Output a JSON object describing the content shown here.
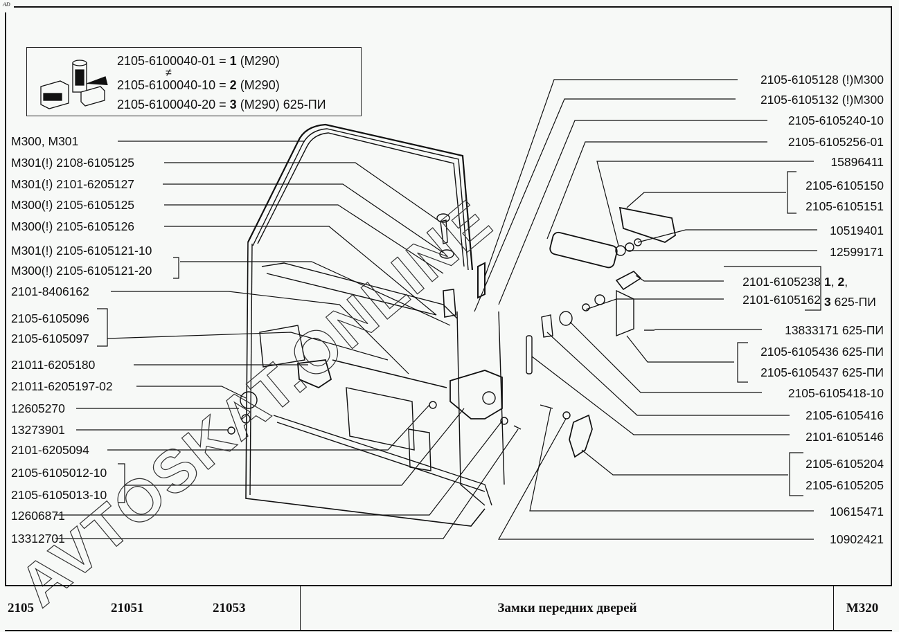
{
  "corner_mark": "AD",
  "legend": {
    "icon": "parts-kit-icon",
    "lines": [
      {
        "part": "2105-6100040-01 =",
        "num": "1",
        "rest": "(M290)"
      },
      {
        "part": "2105-6100040-10 =",
        "num": "2",
        "rest": "(M290)"
      },
      {
        "part": "2105-6100040-20 =",
        "num": "3",
        "rest": "(M290) 625-ПИ"
      }
    ],
    "not_equal": "≠"
  },
  "left_labels": [
    "M300, M301",
    "M301(!) 2108-6105125",
    "M301(!) 2101-6205127",
    "M300(!) 2105-6105125",
    "M300(!) 2105-6105126",
    "M301(!) 2105-6105121-10",
    "M300(!) 2105-6105121-20",
    "2101-8406162",
    "2105-6105096",
    "2105-6105097",
    "21011-6205180",
    "21011-6205197-02",
    "12605270",
    "13273901",
    "2101-6205094",
    "2105-6105012-10",
    "2105-6105013-10",
    "12606871",
    "13312701"
  ],
  "right_labels": [
    "2105-6105128 (!)M300",
    "2105-6105132 (!)M300",
    "2105-6105240-10",
    "2105-6105256-01",
    "15896411",
    "2105-6105150",
    "2105-6105151",
    "10519401",
    "12599171",
    "2101-6105238",
    "2101-6105162",
    "13833171  625-ПИ",
    "2105-6105436 625-ПИ",
    "2105-6105437 625-ПИ",
    "2105-6105418-10",
    "2105-6105416",
    "2101-6105146",
    "2105-6105204",
    "2105-6105205",
    "10615471",
    "10902421"
  ],
  "variant_note": {
    "n1": "1",
    "sep1": ", ",
    "n2": "2",
    "sep2": ",",
    "n3": "3",
    "suffix": " 625-ПИ"
  },
  "watermark": "AVTOSKAT.ONLINE",
  "footer": {
    "models": [
      "2105",
      "21051",
      "21053"
    ],
    "title": "Замки передних дверей",
    "code": "M320"
  }
}
